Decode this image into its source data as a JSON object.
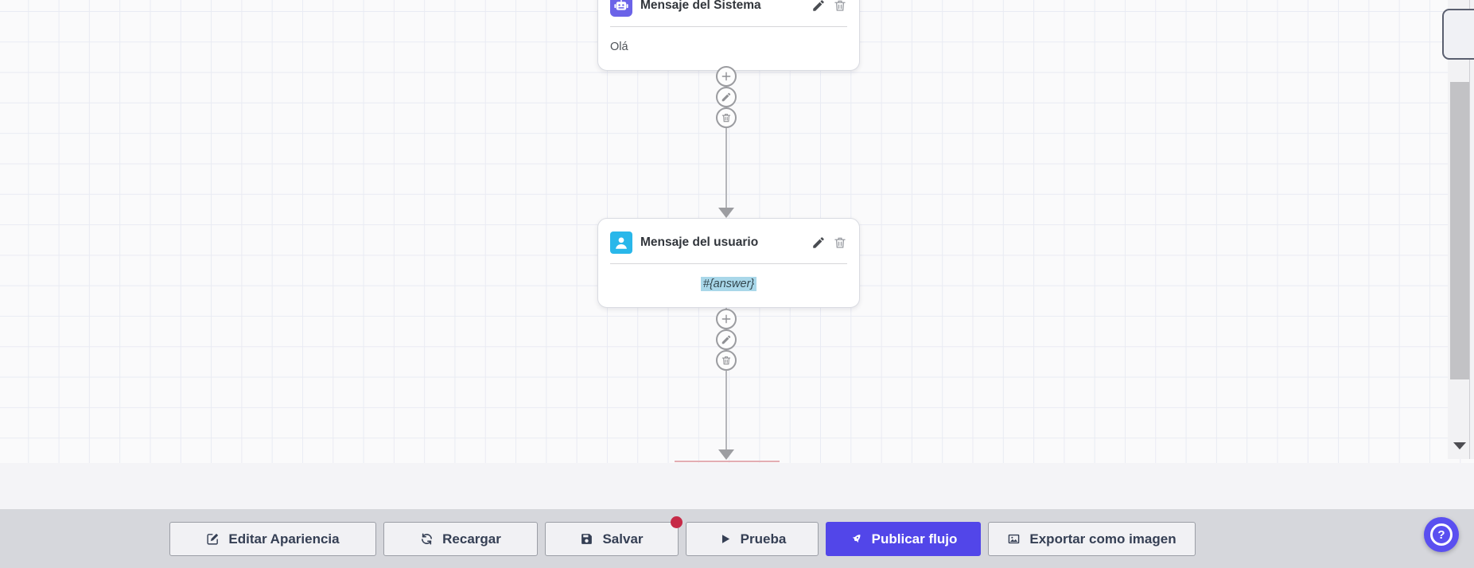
{
  "canvas": {
    "nodes": [
      {
        "title": "Mensaje del Sistema",
        "content": "Olá",
        "icon": "robot-icon",
        "icon_color": "#6b63e8"
      },
      {
        "title": "Mensaje del usuario",
        "content": "#{answer}",
        "icon": "person-icon",
        "icon_color": "#29b7ea",
        "content_highlight_color": "#a9d7e9"
      }
    ],
    "node_action_icons": [
      "pencil-icon",
      "trash-icon"
    ],
    "connector_action_icons": [
      "plus-icon",
      "pencil-icon",
      "trash-icon"
    ]
  },
  "toolbar": {
    "buttons": [
      {
        "label": "Editar Apariencia",
        "icon": "edit-square-icon"
      },
      {
        "label": "Recargar",
        "icon": "refresh-icon"
      },
      {
        "label": "Salvar",
        "icon": "save-icon",
        "badge": true
      },
      {
        "label": "Prueba",
        "icon": "play-icon"
      },
      {
        "label": "Publicar flujo",
        "icon": "rocket-icon",
        "primary": true
      },
      {
        "label": "Exportar como imagen",
        "icon": "image-icon"
      }
    ],
    "accent_color": "#5246e9",
    "badge_color": "#c62a47"
  },
  "help": {
    "icon": "question-mark-icon",
    "color": "#5a4ff0"
  }
}
